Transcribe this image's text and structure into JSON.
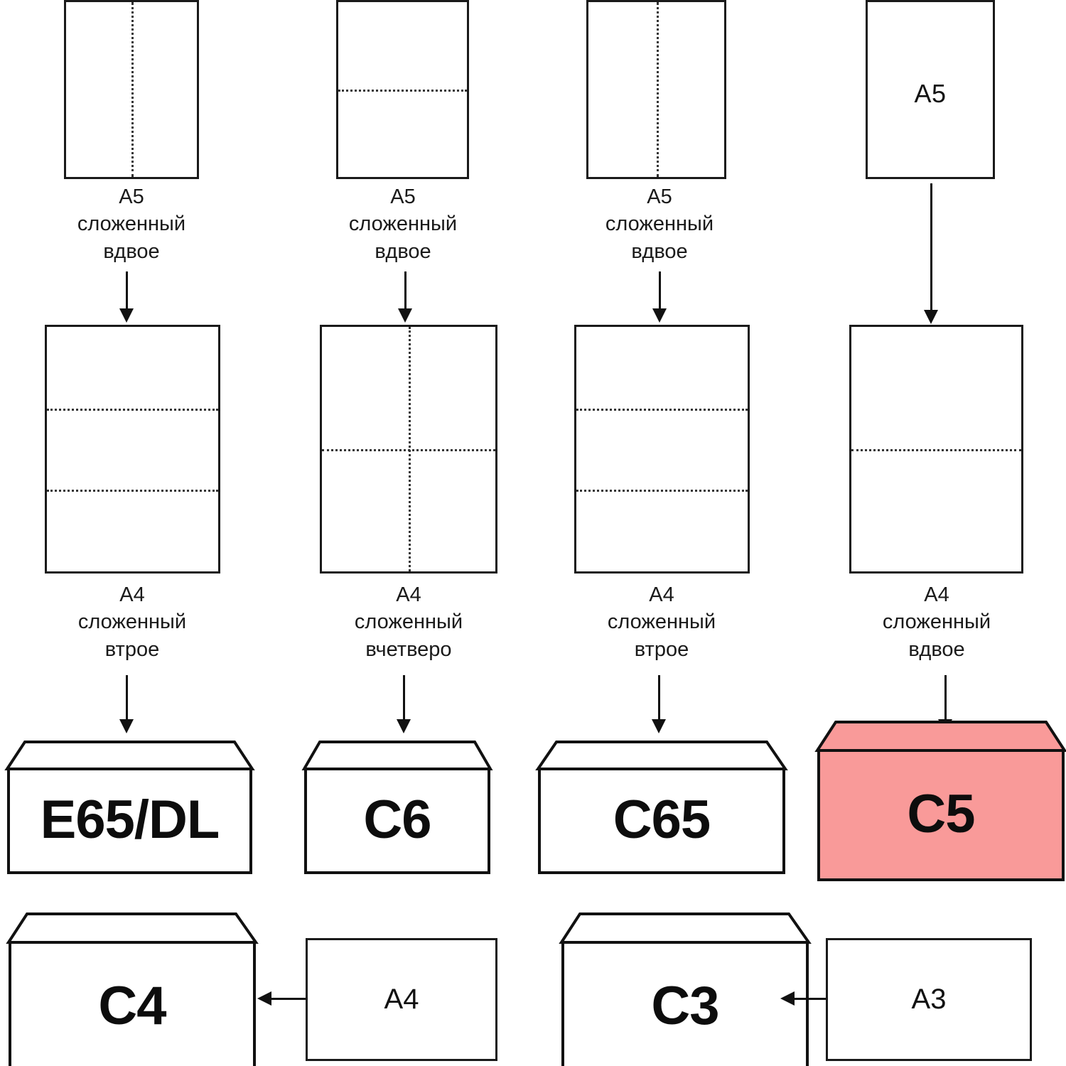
{
  "diagram": {
    "title": "Envelope and paper folding size chart",
    "colors": {
      "stroke": "#1a1a1a",
      "fold": "#333333",
      "highlight_fill": "#F99A99",
      "paper_fill": "#ffffff",
      "text": "#111111"
    },
    "columns": [
      {
        "id": "col-1",
        "top_paper": {
          "size": "A5",
          "label_inside": "",
          "folds": [
            "vertical-center"
          ]
        },
        "top_caption": "А5\nсложенный\nвдвое",
        "mid_paper": {
          "size": "A4",
          "label_inside": "",
          "folds": [
            "horizontal-third-1",
            "horizontal-third-2"
          ]
        },
        "mid_caption": "А4\nсложенный\nвтрое",
        "envelope": {
          "label": "E65/DL",
          "highlighted": false
        }
      },
      {
        "id": "col-2",
        "top_paper": {
          "size": "A5",
          "label_inside": "",
          "folds": [
            "horizontal-center"
          ]
        },
        "top_caption": "А5\nсложенный\nвдвое",
        "mid_paper": {
          "size": "A4",
          "label_inside": "",
          "folds": [
            "vertical-center",
            "horizontal-center"
          ]
        },
        "mid_caption": "А4\nсложенный\nвчетверо",
        "envelope": {
          "label": "C6",
          "highlighted": false
        }
      },
      {
        "id": "col-3",
        "top_paper": {
          "size": "A5",
          "label_inside": "",
          "folds": [
            "vertical-center"
          ]
        },
        "top_caption": "А5\nсложенный\nвдвое",
        "mid_paper": {
          "size": "A4",
          "label_inside": "",
          "folds": [
            "horizontal-third-1",
            "horizontal-third-2"
          ]
        },
        "mid_caption": "А4\nсложенный\nвтрое",
        "envelope": {
          "label": "C65",
          "highlighted": false
        }
      },
      {
        "id": "col-4",
        "top_paper": {
          "size": "A5",
          "label_inside": "А5",
          "folds": []
        },
        "top_caption": "",
        "mid_paper": {
          "size": "A4",
          "label_inside": "",
          "folds": [
            "horizontal-center"
          ]
        },
        "mid_caption": "А4\nсложенный\nвдвое",
        "envelope": {
          "label": "C5",
          "highlighted": true
        }
      }
    ],
    "bottom_row": [
      {
        "id": "pair-c4",
        "envelope_label": "C4",
        "paper_label": "А4",
        "arrow": "left"
      },
      {
        "id": "pair-c3",
        "envelope_label": "C3",
        "paper_label": "А3",
        "arrow": "left"
      }
    ]
  }
}
